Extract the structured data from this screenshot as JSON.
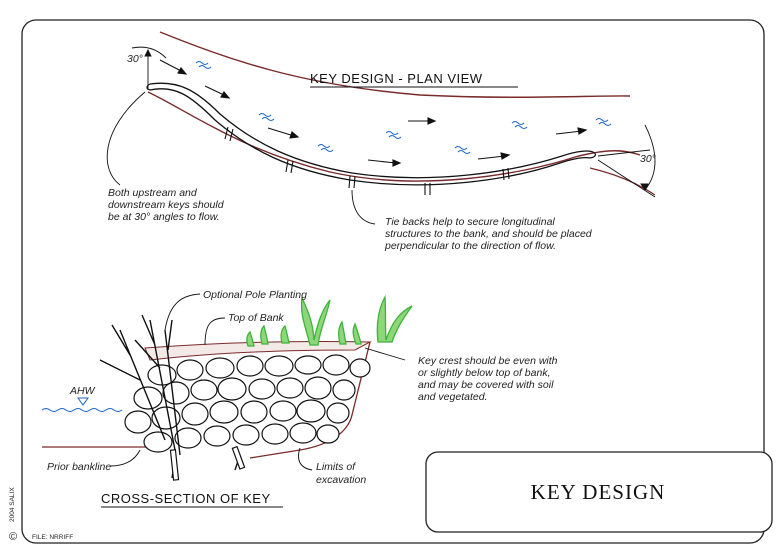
{
  "plan": {
    "title": "KEY DESIGN - PLAN VIEW",
    "angle_upstream": "30°",
    "angle_downstream": "30°",
    "note_keys": [
      "Both upstream and",
      "downstream keys should",
      "be at 30° angles to flow."
    ],
    "note_tiebacks": [
      "Tie backs help to secure longitudinal",
      "structures to the bank, and should be placed",
      "perpendicular to the direction of flow."
    ]
  },
  "section": {
    "title": "CROSS-SECTION OF KEY",
    "label_pole": "Optional Pole Planting",
    "label_top": "Top of Bank",
    "label_ahw": "AHW",
    "label_prior": "Prior bankline",
    "label_limits": [
      "Limits of",
      "excavation"
    ],
    "note_crest": [
      "Key crest should be even with",
      "or slightly below top of bank,",
      "and may be covered with soil",
      "and vegetated."
    ]
  },
  "title_block": {
    "title": "KEY DESIGN"
  },
  "margin": {
    "copyright": "©",
    "credit": "2004 SALIX",
    "file": "FILE: NRRIFF"
  },
  "colors": {
    "bank": "#7a2a2a",
    "water": "#1a66c4",
    "grass": "#3fb33a",
    "line": "#111111"
  }
}
